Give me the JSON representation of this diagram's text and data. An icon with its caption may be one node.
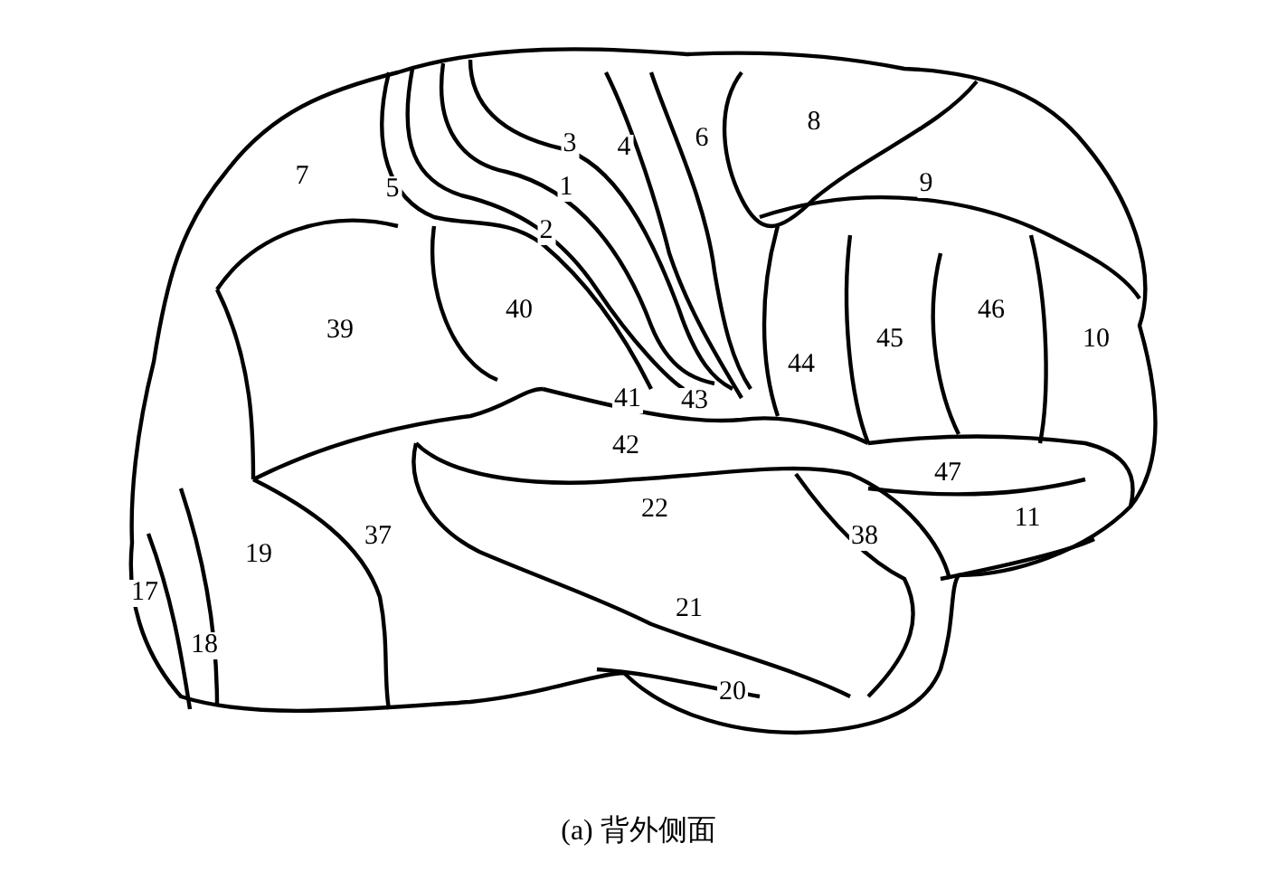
{
  "diagram": {
    "caption": "(a) 背外侧面",
    "labels": [
      "3",
      "4",
      "6",
      "8",
      "7",
      "5",
      "1",
      "2",
      "9",
      "39",
      "40",
      "44",
      "45",
      "46",
      "10",
      "41",
      "43",
      "42",
      "22",
      "47",
      "11",
      "19",
      "37",
      "38",
      "17",
      "18",
      "21",
      "20"
    ]
  }
}
